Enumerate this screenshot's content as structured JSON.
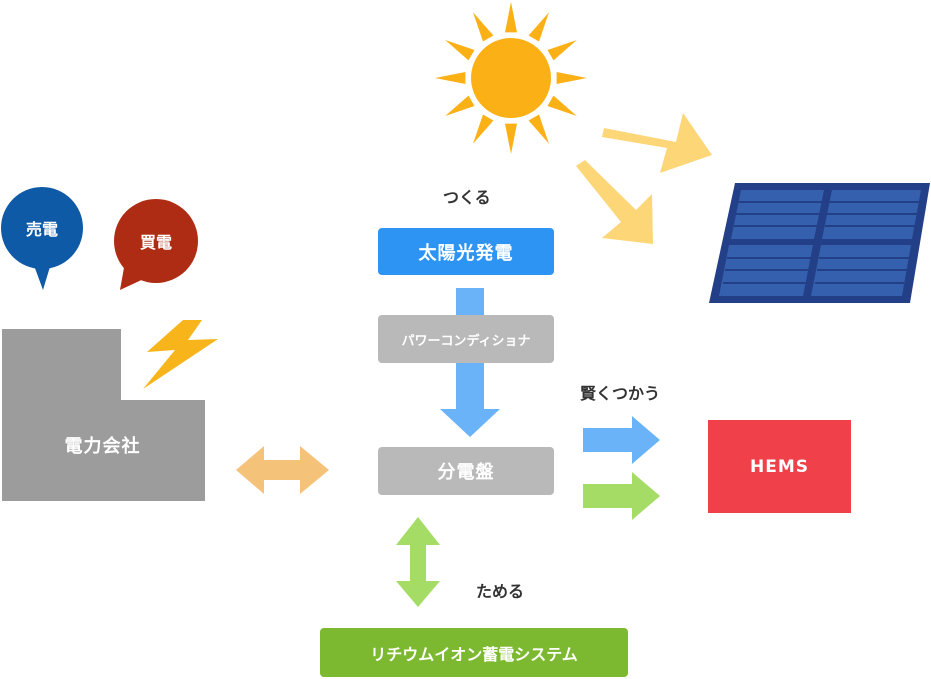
{
  "colors": {
    "sun": "#fbb115",
    "sun_ray_arrow": "#fdd678",
    "solar_panel_frame": "#233f87",
    "solar_panel_cell": "#3560ae",
    "solar_box": "#2d94f4",
    "gray_box": "#b9b9b9",
    "company_building": "#9c9c9c",
    "lightning": "#f7b51b",
    "sell_bubble": "#0f5aa6",
    "buy_bubble": "#ae2c13",
    "grid_arrow": "#f5c27a",
    "blue_arrow": "#6ab3f8",
    "green_arrow": "#a4dc65",
    "hems_box": "#f04049",
    "battery_box": "#7db930",
    "label_text": "#333333"
  },
  "labels": {
    "create": "つくる",
    "use_smart": "賢くつかう",
    "store": "ためる"
  },
  "nodes": {
    "solar_power": "太陽光発電",
    "power_conditioner": "パワーコンディショナ",
    "distribution_panel": "分電盤",
    "hems": "HEMS",
    "battery_system": "リチウムイオン蓄電システム",
    "power_company": "電力会社"
  },
  "bubbles": {
    "sell": "売電",
    "buy": "買電"
  },
  "icons": [
    "sun-icon",
    "solar-panel-icon",
    "lightning-icon",
    "building-icon"
  ]
}
